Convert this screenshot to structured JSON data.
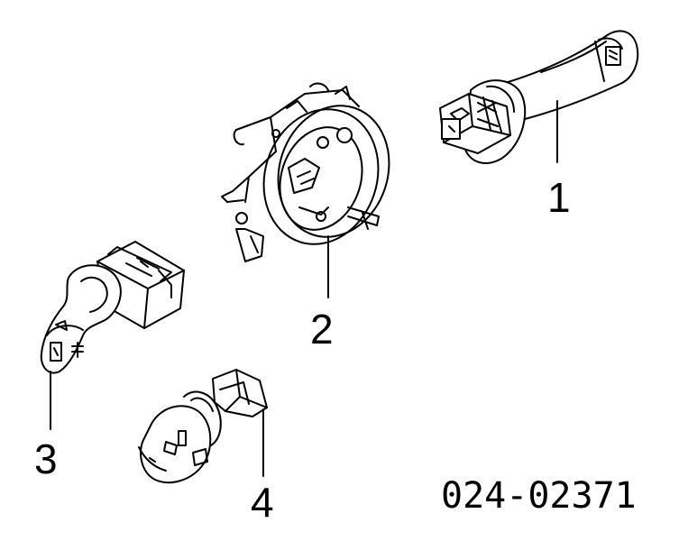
{
  "diagram": {
    "parts": [
      {
        "number": "1",
        "icon": "turn-signal-stalk-icon"
      },
      {
        "number": "2",
        "icon": "clock-spring-ring-icon"
      },
      {
        "number": "3",
        "icon": "wiper-switch-icon"
      },
      {
        "number": "4",
        "icon": "ignition-key-icon"
      }
    ],
    "reference_code": "024-02371"
  },
  "colors": {
    "ink": "#000000",
    "paper": "#ffffff"
  }
}
